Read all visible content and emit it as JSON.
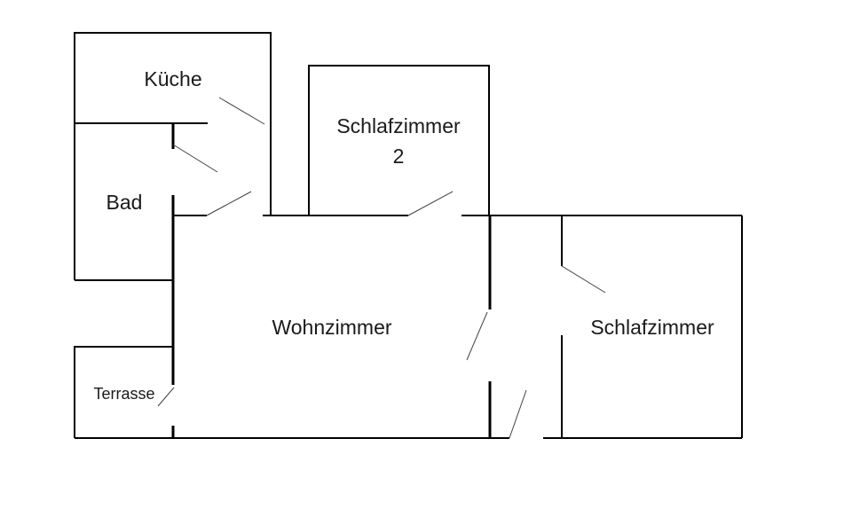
{
  "rooms": {
    "kueche": "Küche",
    "bad": "Bad",
    "schlafzimmer2_line1": "Schlafzimmer",
    "schlafzimmer2_line2": "2",
    "wohnzimmer": "Wohnzimmer",
    "schlafzimmer": "Schlafzimmer",
    "terrasse": "Terrasse"
  },
  "colors": {
    "wall": "#000000",
    "door": "#404040",
    "text": "#1a1a1a"
  }
}
